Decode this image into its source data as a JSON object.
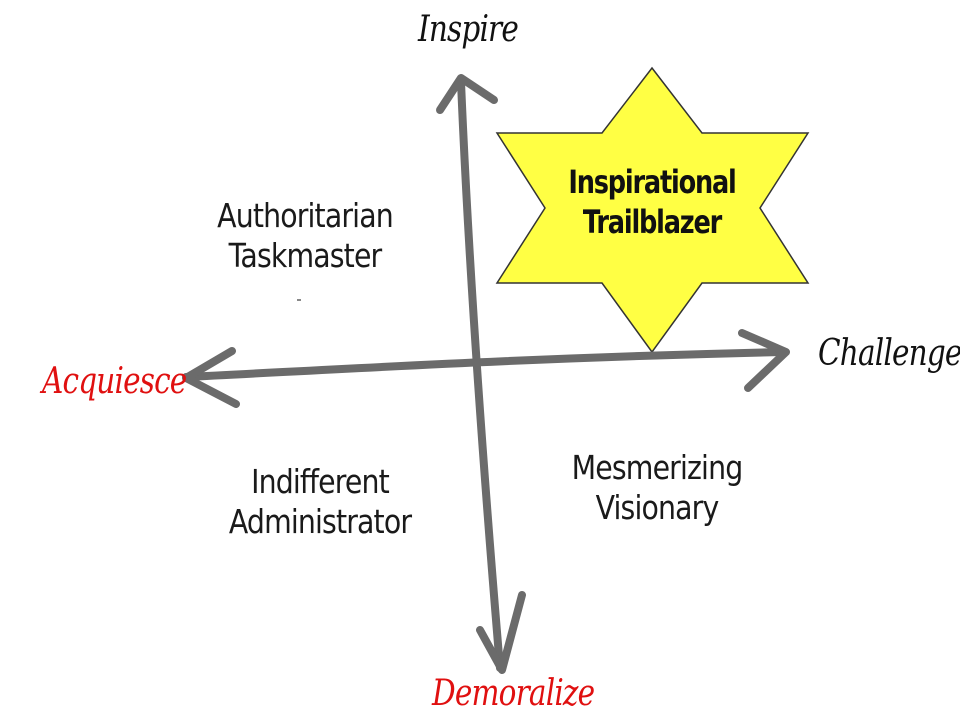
{
  "axes": {
    "top": "Inspire",
    "right": "Challenge",
    "bottom": "Demoralize",
    "left": "Acquiesce"
  },
  "quadrants": {
    "top_left": [
      "Authoritarian",
      "Taskmaster"
    ],
    "bottom_left": [
      "Indifferent",
      "Administrator"
    ],
    "bottom_right": [
      "Mesmerizing",
      "Visionary"
    ],
    "top_right": [
      "Inspirational",
      "Trailblazer"
    ]
  },
  "colors": {
    "axis_line": "#6b6b6b",
    "star_fill": "#ffff44",
    "star_stroke": "#333333",
    "positive_label": "#111111",
    "negative_label": "#e01010"
  }
}
